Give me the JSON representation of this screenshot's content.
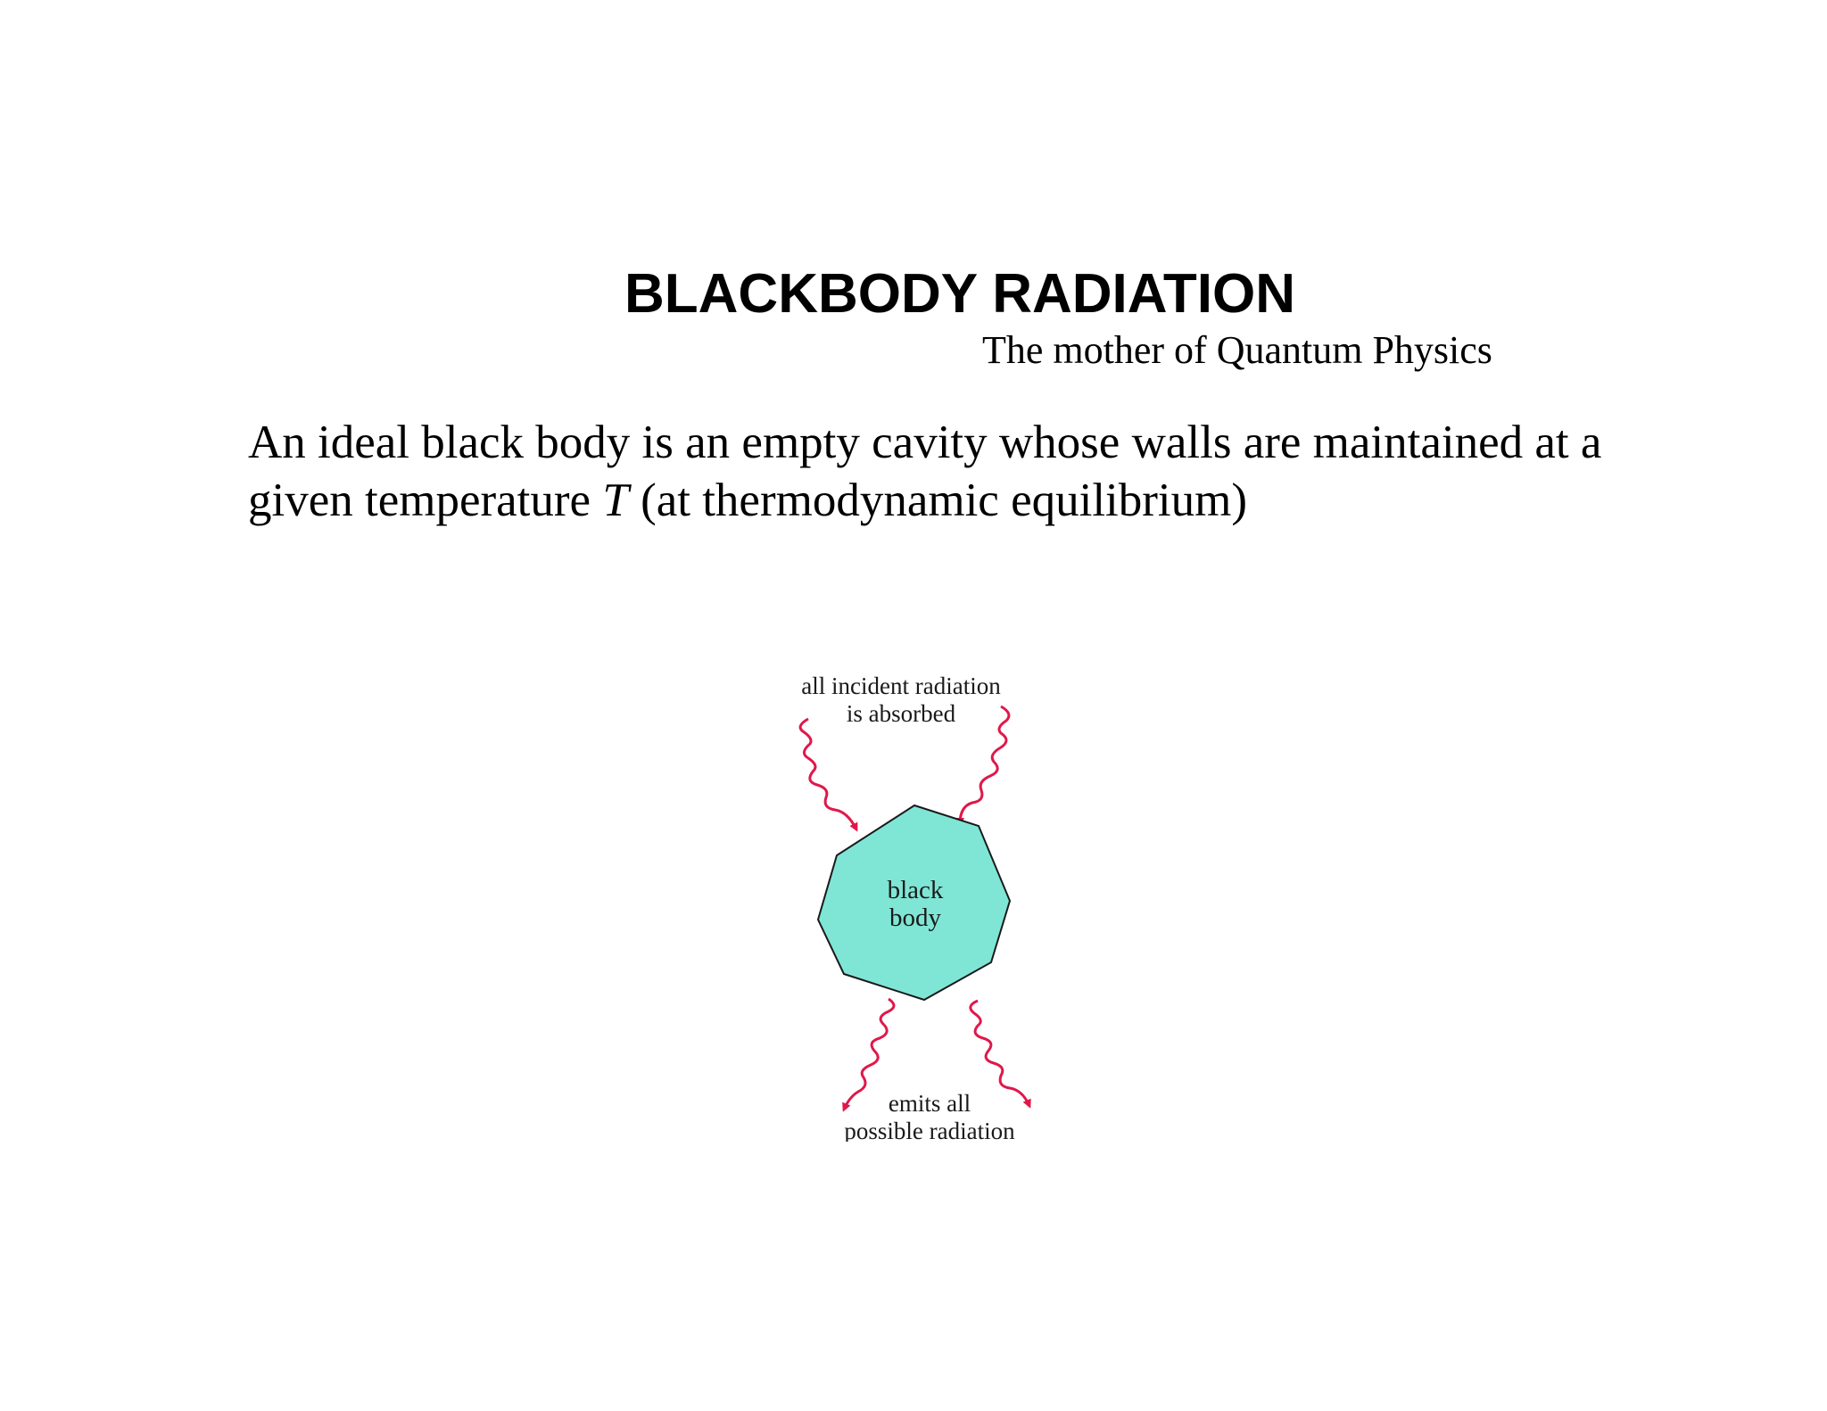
{
  "slide": {
    "title": "BLACKBODY RADIATION",
    "subtitle": "The mother of Quantum Physics",
    "body": {
      "part1": "An ideal black body is an empty cavity whose walls are maintained at a given temperature ",
      "variable": "T",
      "part2": " (at thermodynamic equilibrium)"
    }
  },
  "diagram": {
    "top_label_line1": "all incident radiation",
    "top_label_line2": "is absorbed",
    "body_label_line1": "black",
    "body_label_line2": "body",
    "bottom_label_line1": "emits all",
    "bottom_label_line2": "possible radiation",
    "colors": {
      "body_fill": "#7fe6d6",
      "body_stroke": "#1a1a1a",
      "wave": "#e0184a",
      "text": "#1a1a1a"
    }
  }
}
